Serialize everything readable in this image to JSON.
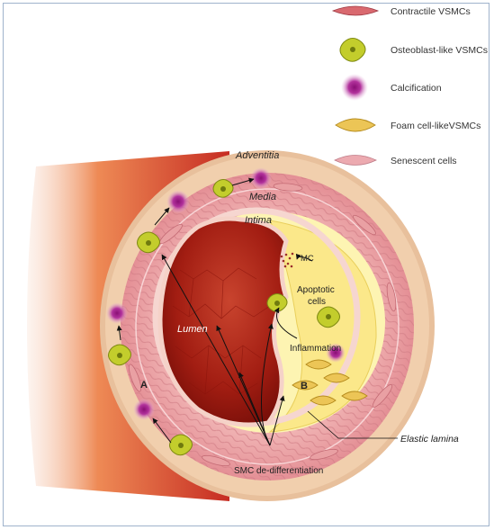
{
  "legend": {
    "items": [
      {
        "label": "Contractile VSMCs",
        "icon": "contractile-vsmc-icon"
      },
      {
        "label": "Osteoblast-like VSMCs",
        "icon": "osteoblast-vsmc-icon"
      },
      {
        "label": "Calcification",
        "icon": "calcification-icon"
      },
      {
        "label": "Foam cell-likeVSMCs",
        "icon": "foam-cell-vsmc-icon"
      },
      {
        "label": "Senescent cells",
        "icon": "senescent-cell-icon"
      }
    ]
  },
  "labels": {
    "adventitia": "Adventitia",
    "media": "Media",
    "intima": "Intima",
    "lumen": "Lumen",
    "mc": "MC",
    "apoptotic_1": "Apoptotic",
    "apoptotic_2": "cells",
    "inflammation": "Inflammation",
    "region_a": "A",
    "region_b": "B",
    "elastic_lamina": "Elastic lamina",
    "smc": "SMC de-differentiation"
  },
  "colors": {
    "vessel_outer": "#c8352a",
    "adventitia": "#efc9a6",
    "media": "#e9a5a8",
    "intima": "#fdf6b0",
    "plaque": "#fbe98a",
    "lumen": "#a41e14",
    "osteoblast": "#c5cf2f",
    "calcification": "#a0228a",
    "foam": "#e9c24a"
  }
}
